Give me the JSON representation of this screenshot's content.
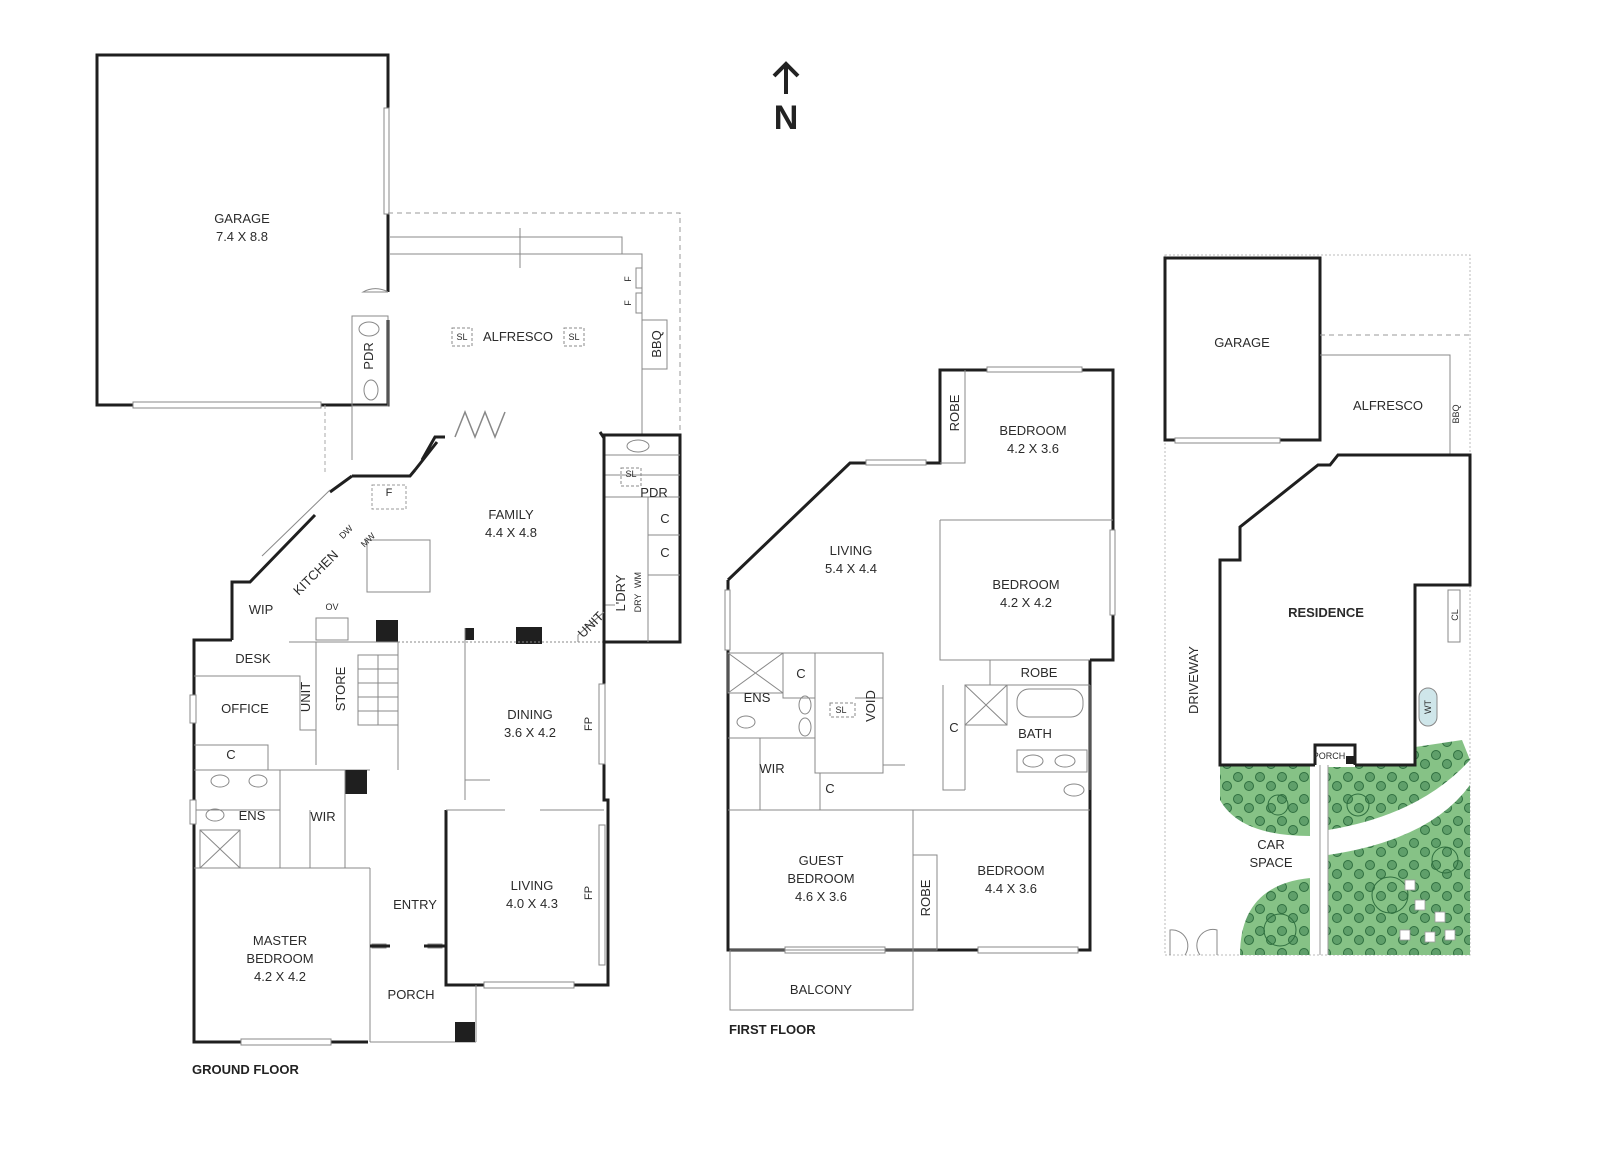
{
  "compass": {
    "arrow_icon": "north-arrow-icon",
    "label": "N"
  },
  "ground_floor": {
    "title": "GROUND FLOOR",
    "rooms": {
      "garage": {
        "name": "GARAGE",
        "dim": "7.4 X 8.8"
      },
      "alfresco": {
        "name": "ALFRESCO"
      },
      "alfresco_sl_left": "SL",
      "alfresco_sl_right": "SL",
      "alfresco_f1": "F",
      "alfresco_f2": "F",
      "bbq": "BBQ",
      "pdr_garage": "PDR",
      "family": {
        "name": "FAMILY",
        "dim": "4.4 X 4.8"
      },
      "kitchen": "KITCHEN",
      "fridge": "F",
      "dw": "DW",
      "mw": "MW",
      "ov": "OV",
      "wip": "WIP",
      "pdr": "PDR",
      "pdr_sl": "SL",
      "cupboard1": "C",
      "cupboard2": "C",
      "laundry": "L'DRY",
      "wm": "WM",
      "dry": "DRY",
      "unit_family": "UNIT",
      "desk": "DESK",
      "office": "OFFICE",
      "unit_office": "UNIT",
      "store": "STORE",
      "office_c": "C",
      "dining": {
        "name": "DINING",
        "dim": "3.6 X 4.2"
      },
      "dining_fp": "FP",
      "ens": "ENS",
      "wir": "WIR",
      "living": {
        "name": "LIVING",
        "dim": "4.0 X 4.3"
      },
      "living_fp": "FP",
      "entry": "ENTRY",
      "master": {
        "name1": "MASTER",
        "name2": "BEDROOM",
        "dim": "4.2 X 4.2"
      },
      "porch": "PORCH"
    }
  },
  "first_floor": {
    "title": "FIRST FLOOR",
    "rooms": {
      "robe_top": "ROBE",
      "bedroom1": {
        "name": "BEDROOM",
        "dim": "4.2 X 3.6"
      },
      "living": {
        "name": "LIVING",
        "dim": "5.4 X 4.4"
      },
      "bedroom2": {
        "name": "BEDROOM",
        "dim": "4.2 X 4.2"
      },
      "robe_mid": "ROBE",
      "c_top": "C",
      "ens": "ENS",
      "sl": "SL",
      "void": "VOID",
      "bath": "BATH",
      "bath_c": "C",
      "wir": "WIR",
      "c_stair": "C",
      "guest": {
        "name1": "GUEST",
        "name2": "BEDROOM",
        "dim": "4.6 X 3.6"
      },
      "robe_bottom": "ROBE",
      "bedroom3": {
        "name": "BEDROOM",
        "dim": "4.4 X 3.6"
      },
      "balcony": "BALCONY"
    }
  },
  "site_plan": {
    "garage": "GARAGE",
    "alfresco": "ALFRESCO",
    "bbq": "BBQ",
    "residence": "RESIDENCE",
    "driveway": "DRIVEWAY",
    "cl": "CL",
    "wt": "WT",
    "porch": "PORCH",
    "car_space1": "CAR",
    "car_space2": "SPACE"
  },
  "colors": {
    "wall": "#1f1f1f",
    "thin_line": "#8a8a8a",
    "garden": "#7fbf7f",
    "shrub": "#3f7f4f",
    "water_tank": "#cfe6ea"
  }
}
